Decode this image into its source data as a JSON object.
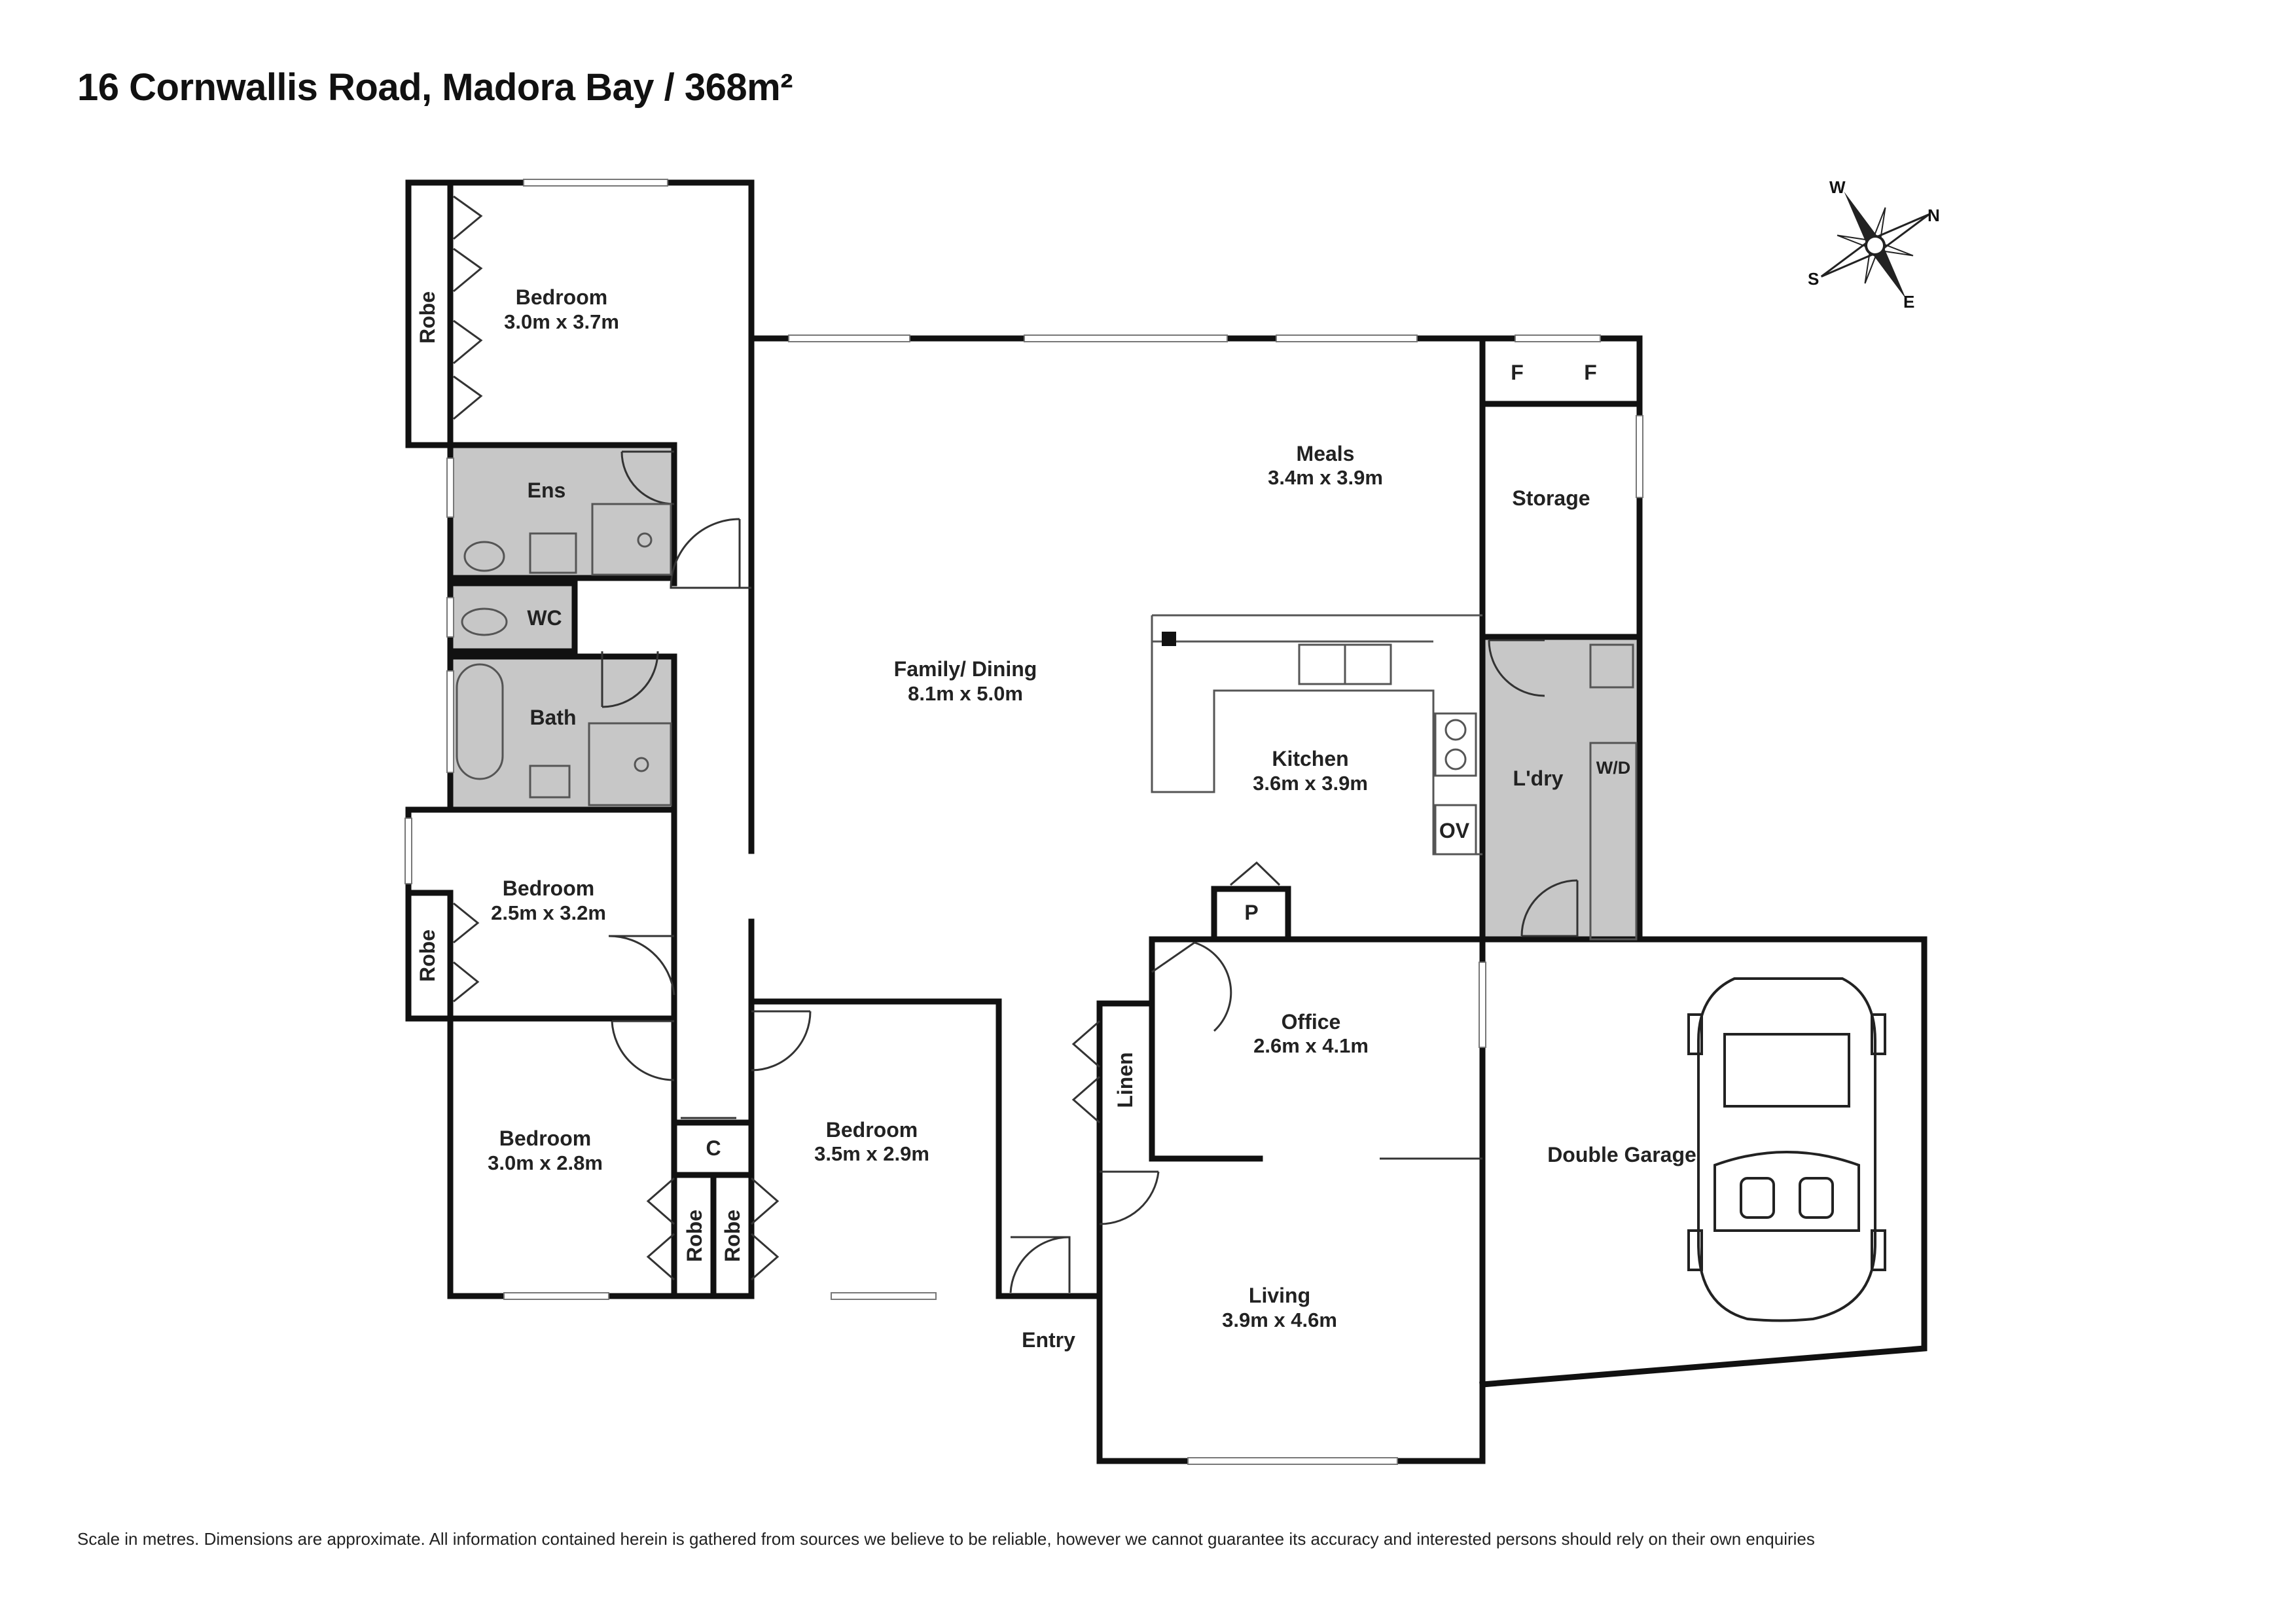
{
  "title": "16 Cornwallis Road, Madora Bay / 368m²",
  "disclaimer": "Scale in metres. Dimensions are approximate. All information contained herein is gathered from sources we believe to be reliable, however we cannot guarantee its accuracy and interested persons should rely on their own enquiries",
  "colors": {
    "wall": "#111111",
    "wet_area": "#c7c7c7",
    "window": "#ffffff",
    "fixture": "#555555"
  },
  "compass": {
    "n": "N",
    "s": "S",
    "e": "E",
    "w": "W"
  },
  "rooms": {
    "bedroom1": {
      "name": "Bedroom",
      "dims": "3.0m x 3.7m"
    },
    "family": {
      "name": "Family/ Dining",
      "dims": "8.1m x 5.0m"
    },
    "meals": {
      "name": "Meals",
      "dims": "3.4m x 3.9m"
    },
    "kitchen": {
      "name": "Kitchen",
      "dims": "3.6m x 3.9m"
    },
    "bedroom2": {
      "name": "Bedroom",
      "dims": "2.5m x 3.2m"
    },
    "bedroom3": {
      "name": "Bedroom",
      "dims": "3.0m x 2.8m"
    },
    "bedroom4": {
      "name": "Bedroom",
      "dims": "3.5m x 2.9m"
    },
    "office": {
      "name": "Office",
      "dims": "2.6m x 4.1m"
    },
    "living": {
      "name": "Living",
      "dims": "3.9m x 4.6m"
    }
  },
  "labels": {
    "robe": "Robe",
    "ens": "Ens",
    "wc": "WC",
    "bath": "Bath",
    "storage": "Storage",
    "fridge": "F",
    "laundry": "L'dry",
    "washer_dryer": "W/D",
    "oven": "OV",
    "pantry": "P",
    "linen": "Linen",
    "cupboard": "C",
    "garage": "Double Garage",
    "entry": "Entry"
  }
}
